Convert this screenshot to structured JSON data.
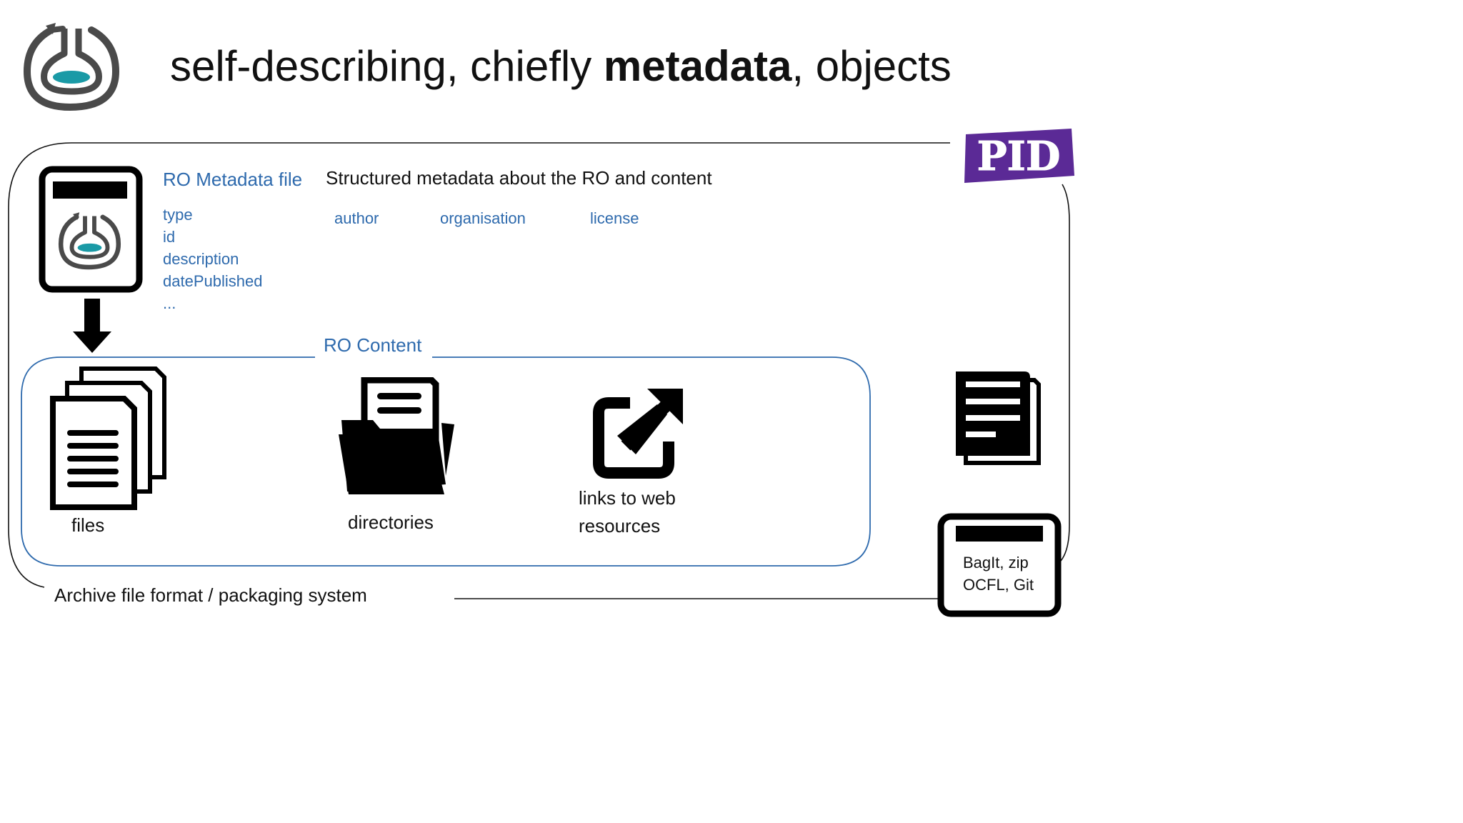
{
  "title": {
    "prefix": "self-describing, chiefly ",
    "bold": "metadata",
    "suffix": ", objects"
  },
  "metadata": {
    "file_label": "RO Metadata file",
    "description": "Structured metadata about the RO and content",
    "fields": [
      "type",
      "id",
      "description",
      "datePublished",
      "..."
    ],
    "contextual": [
      "author",
      "organisation",
      "license"
    ]
  },
  "content": {
    "label": "RO Content",
    "items": {
      "files": "files",
      "directories": "directories",
      "links_line1": "links to web",
      "links_line2": "resources"
    }
  },
  "archive": {
    "label": "Archive file format / packaging system",
    "formats_line1": "BagIt, zip",
    "formats_line2": "OCFL, Git"
  },
  "pid_badge": "PID",
  "colors": {
    "accent_blue": "#2e6aad",
    "teal": "#1a9aa6",
    "pid_purple": "#5b2a96",
    "logo_gray": "#4a4a4a"
  }
}
